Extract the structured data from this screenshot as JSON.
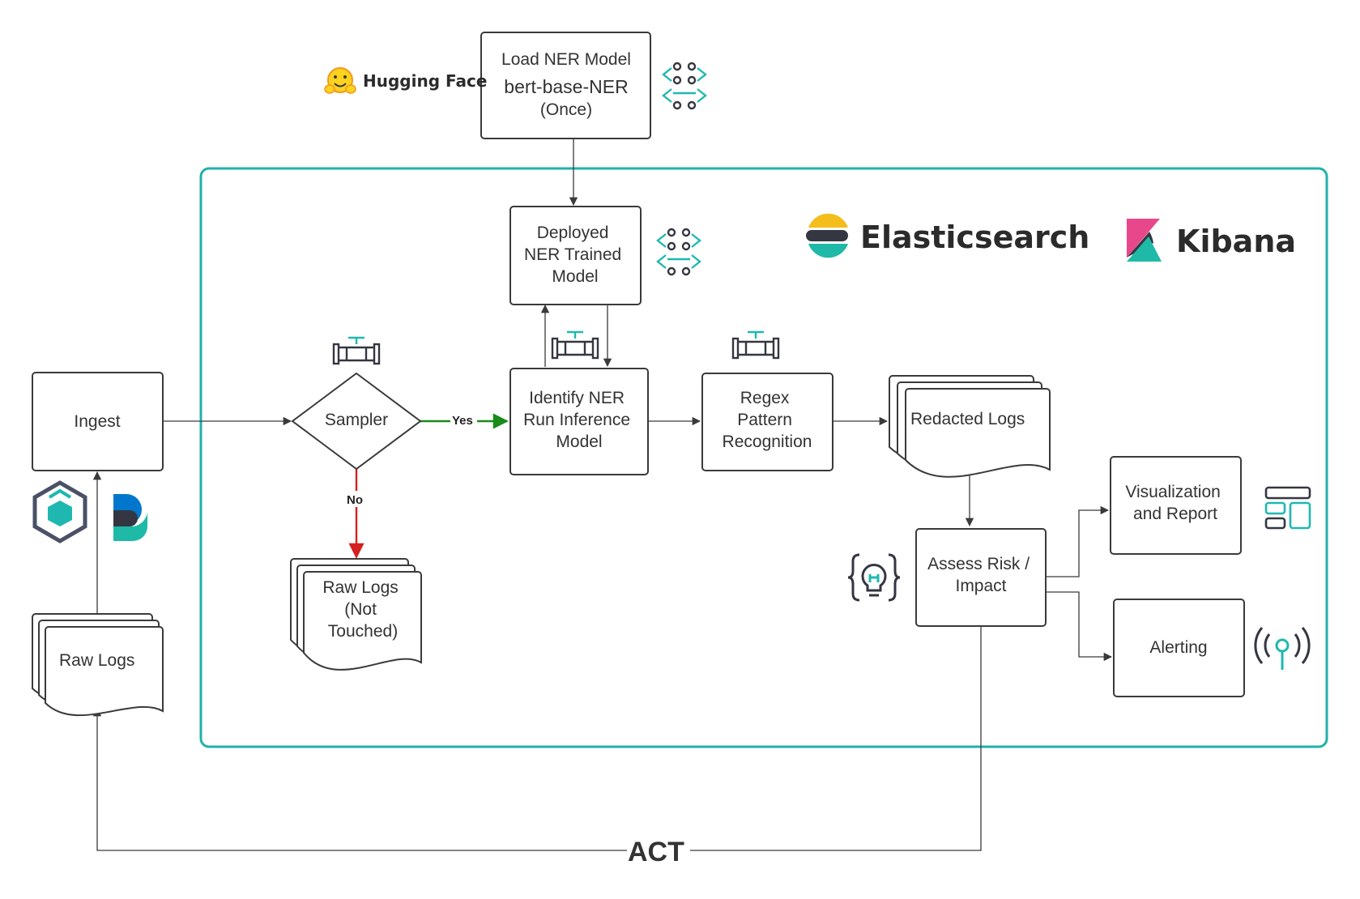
{
  "nodes": {
    "load_model": [
      "Load NER Model",
      "bert-base-NER",
      "(Once)"
    ],
    "deployed_model": [
      "Deployed",
      "NER Trained",
      "Model"
    ],
    "ingest": [
      "Ingest"
    ],
    "sampler": [
      "Sampler"
    ],
    "identify": [
      "Identify NER",
      "Run Inference",
      "Model"
    ],
    "regex": [
      "Regex",
      "Pattern",
      "Recognition"
    ],
    "redacted_logs": [
      "Redacted Logs"
    ],
    "raw_logs_untouched": [
      "Raw Logs",
      "(Not",
      "Touched)"
    ],
    "raw_logs": [
      "Raw Logs"
    ],
    "assess": [
      "Assess Risk /",
      "Impact"
    ],
    "visualization": [
      "Visualization",
      "and Report"
    ],
    "alerting": [
      "Alerting"
    ]
  },
  "edge_labels": {
    "yes": "Yes",
    "no": "No",
    "act": "ACT"
  },
  "brands": {
    "hugging_face": "Hugging Face",
    "elasticsearch": "Elasticsearch",
    "kibana": "Kibana"
  },
  "colors": {
    "container_border": "#20b2aa",
    "teal_icon": "#1fb8b0",
    "yes_arrow": "#1a8a1a",
    "no_arrow": "#d42020",
    "elastic_yellow": "#f4bd19",
    "elastic_dark": "#343741",
    "elastic_teal": "#1ebaa7",
    "kibana_pink": "#e8478b",
    "kibana_dark": "#343741",
    "kibana_teal": "#1ebaa7"
  },
  "icons": {
    "model_icon": "neural-network-icon",
    "pipeline_icon": "pipe-valve-icon",
    "ingest_icons": [
      "hexagon-stack-icon",
      "beats-logo-icon"
    ],
    "assess_icon": "lightbulb-code-icon",
    "visualization_icon": "dashboard-layout-icon",
    "alerting_icon": "broadcast-signal-icon"
  }
}
